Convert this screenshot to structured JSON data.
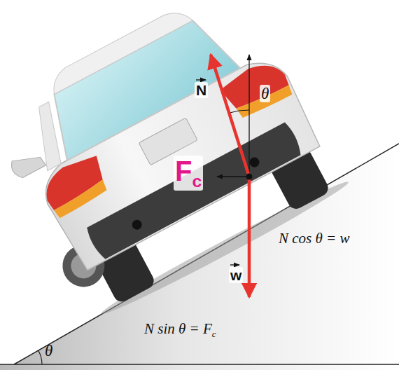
{
  "diagram": {
    "labels": [
      "N",
      "θ",
      "Fc",
      "w",
      "N cos θ = w",
      "N sin θ = Fc",
      "θ"
    ]
  }
}
